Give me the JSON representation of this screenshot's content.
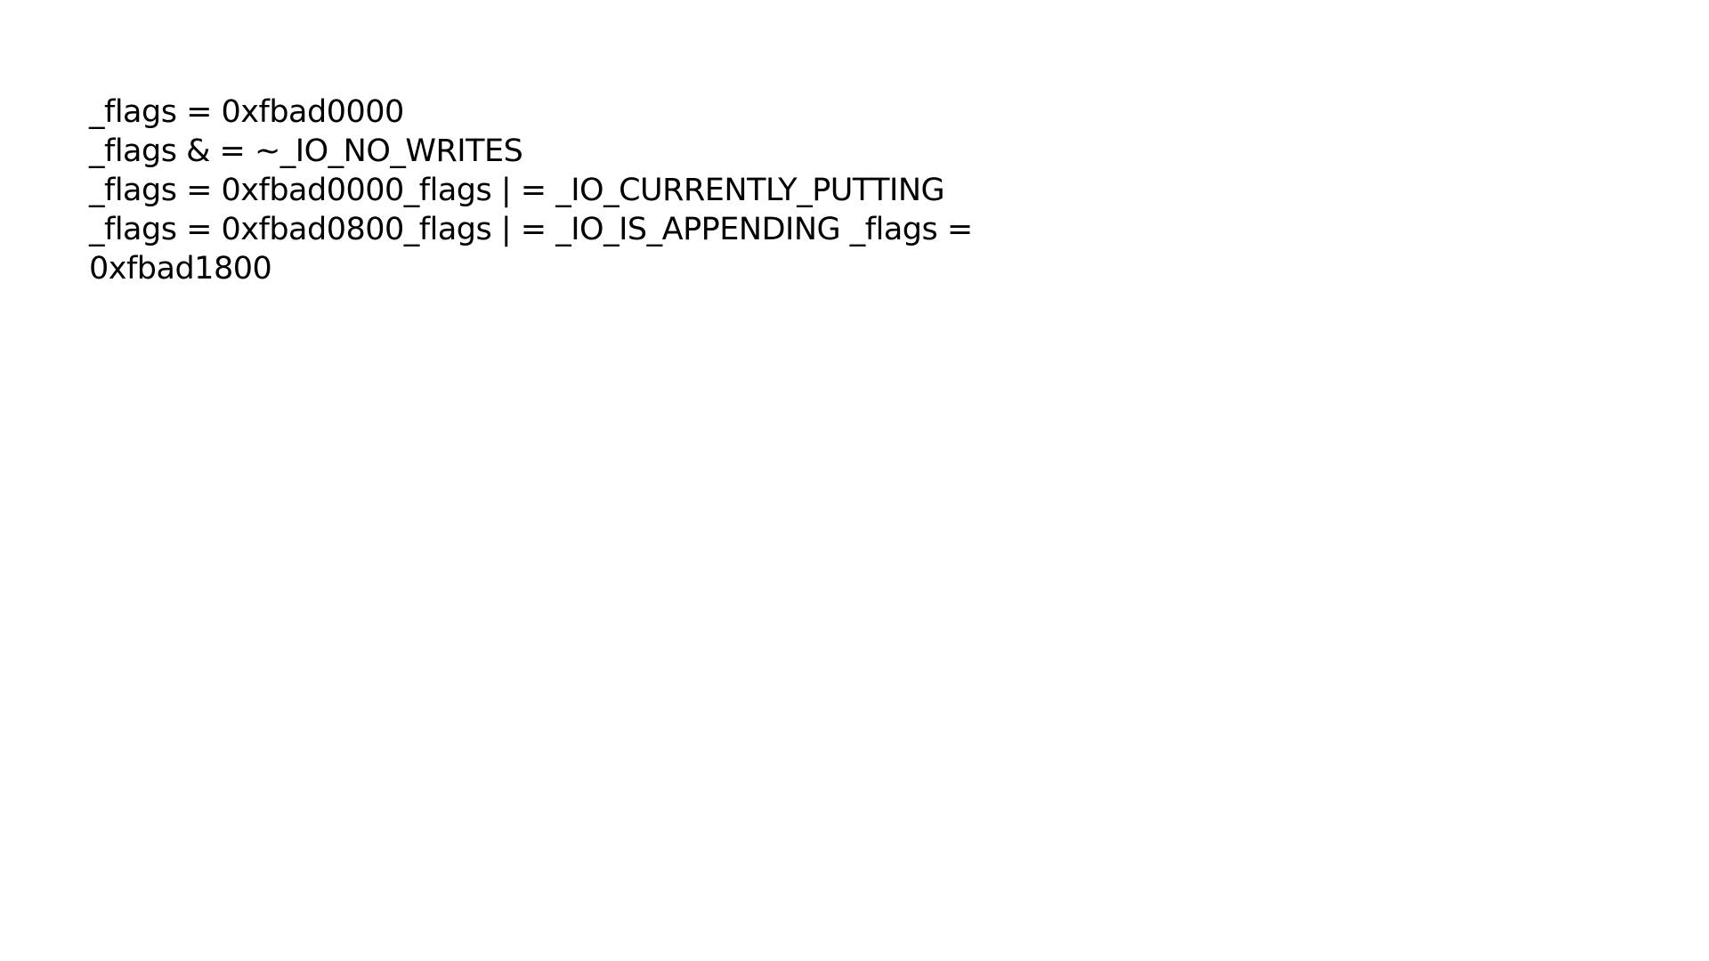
{
  "slide": {
    "lines": [
      "_flags = 0xfbad0000",
      "_flags & = ~_IO_NO_WRITES",
      "_flags = 0xfbad0000_flags | = _IO_CURRENTLY_PUTTING",
      "_flags = 0xfbad0800_flags | = _IO_IS_APPENDING _flags =",
      "0xfbad1800"
    ],
    "text_color": "#000000",
    "background": "#ffffff"
  }
}
